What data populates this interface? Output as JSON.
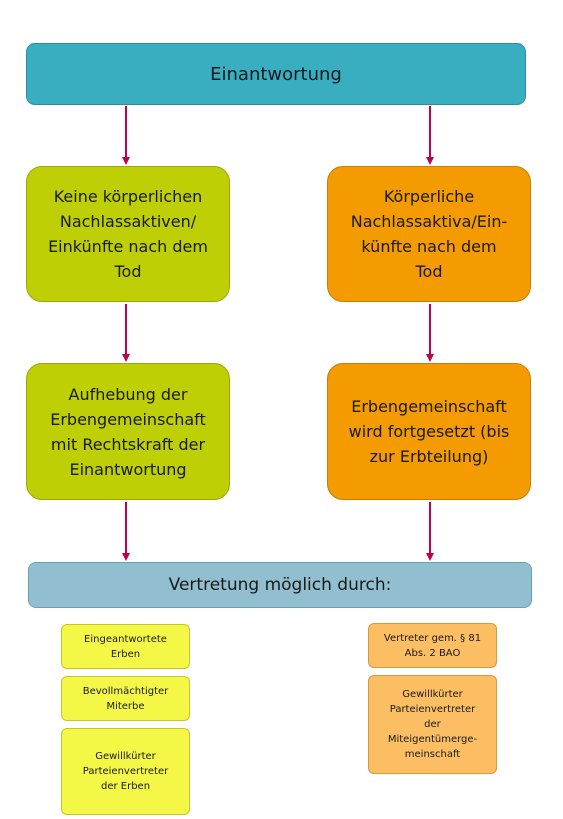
{
  "colors": {
    "top_box": "#3aaec1",
    "green_box": "#bfcf06",
    "orange_box": "#f39b00",
    "bar_box": "#92bfcf",
    "yellow_small": "#f4f746",
    "orange_small": "#fbbe62",
    "arrow": "#c0004f"
  },
  "top": {
    "label": "Einantwortung"
  },
  "left": {
    "level1": "Keine körperlichen\nNachlassaktiven/\nEinkünfte nach dem\nTod",
    "level2": "Aufhebung der\nErbengemeinschaft\nmit Rechtskraft der\nEinantwortung"
  },
  "right": {
    "level1": "Körperliche\nNachlassaktiva/Ein-\nkünfte nach dem\nTod",
    "level2": "Erbengemeinschaft\nwird fortgesetzt (bis\nzur Erbteilung)"
  },
  "bar": {
    "label": "Vertretung möglich durch:"
  },
  "left_options": [
    "Eingeantwortete\nErben",
    "Bevollmächtigter\nMiterbe",
    "Gewillkürter\nParteienvertreter\nder Erben"
  ],
  "right_options": [
    "Vertreter gem. § 81\nAbs. 2 BAO",
    "Gewillkürter\nParteienvertreter\nder\nMiteigentümerge-\nmeinschaft"
  ]
}
